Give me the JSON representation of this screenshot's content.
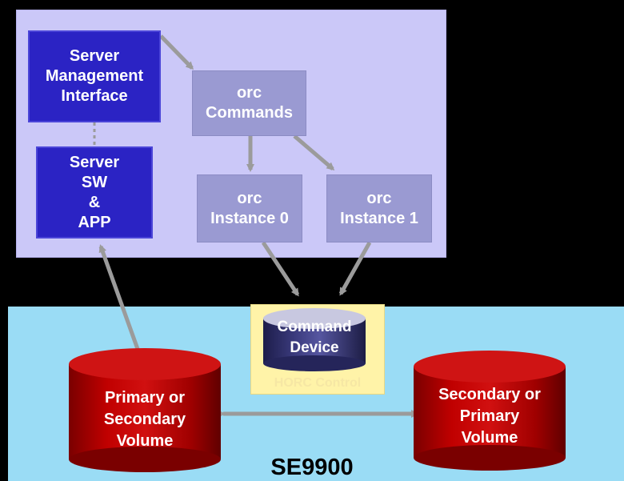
{
  "diagram": {
    "server_management_interface": "Server\nManagement\nInterface",
    "server_sw_app": "Server\nSW\n&\nAPP",
    "orc_commands": "orc\nCommands",
    "orc_instance_0": "orc\nInstance 0",
    "orc_instance_1": "orc\nInstance 1",
    "command_device": "Command\nDevice",
    "primary_volume": "Primary or\nSecondary\nVolume",
    "secondary_volume": "Secondary or\nPrimary\nVolume",
    "storage_label": "SE9900",
    "command_device_caption": "HORC Control"
  },
  "colors": {
    "server_area": "#cbc8f8",
    "storage_area": "#9adcf5",
    "blue_box": "#2b23c4",
    "grey_box": "#9a9ad2",
    "arrow": "#9b9b9b",
    "cylinder_red": "#b50000",
    "cylinder_blue": "#2c2c66",
    "command_panel": "#fff3a8"
  }
}
